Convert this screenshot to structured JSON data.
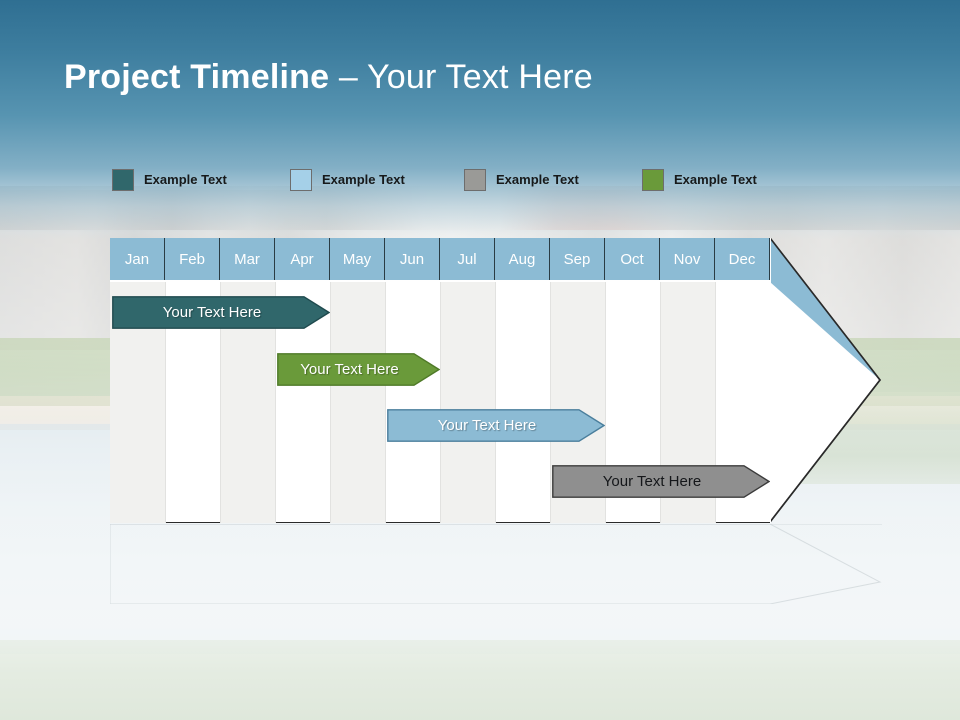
{
  "slide": {
    "title_bold": "Project Timeline",
    "title_light": " – Your Text Here",
    "background_description": "suburban lakeside photo with blue sky gradient"
  },
  "colors": {
    "teal": "#30676b",
    "light_blue": "#8cbbd4",
    "gray": "#8f8f8f",
    "green": "#6a9a3a",
    "header_blue": "#8cbbd4",
    "band_gray": "#f1f1ef",
    "frame_border": "#2a2a2a",
    "title_text": "#ffffff",
    "sky_top": "#2f6f92"
  },
  "legend": {
    "items": [
      {
        "label": "Example Text",
        "color": "#30676b",
        "x": 0
      },
      {
        "label": "Example Text",
        "color": "#a5d0e8",
        "x": 178
      },
      {
        "label": "Example Text",
        "color": "#9a9a97",
        "x": 352
      },
      {
        "label": "Example Text",
        "color": "#6a9a3a",
        "x": 530
      }
    ]
  },
  "chart_data": {
    "type": "bar",
    "title": "Project Timeline – Your Text Here",
    "xlabel": "",
    "ylabel": "",
    "grid": true,
    "legend_position": "top",
    "categories": [
      "Jan",
      "Feb",
      "Mar",
      "Apr",
      "May",
      "Jun",
      "Jul",
      "Aug",
      "Sep",
      "Oct",
      "Nov",
      "Dec"
    ],
    "series": [
      {
        "name": "Example Text",
        "label": "Your  Text Here",
        "color": "#30676b",
        "border": "#1f4a4e",
        "text_color": "#ffffff",
        "start_month": 1,
        "end_month": 4,
        "row": 1
      },
      {
        "name": "Example Text",
        "label": "Your  Text Here",
        "color": "#6a9a3a",
        "border": "#4f7a28",
        "text_color": "#ffffff",
        "start_month": 4,
        "end_month": 6,
        "row": 2
      },
      {
        "name": "Example Text",
        "label": "Your  Text Here",
        "color": "#8cbbd4",
        "border": "#4a7e9c",
        "text_color": "#ffffff",
        "start_month": 6,
        "end_month": 9,
        "row": 3
      },
      {
        "name": "Example Text",
        "label": "Your  Text Here",
        "color": "#8f8f8f",
        "border": "#3b3b3b",
        "text_color": "#15171a",
        "start_month": 9,
        "end_month": 12,
        "row": 4
      }
    ]
  }
}
